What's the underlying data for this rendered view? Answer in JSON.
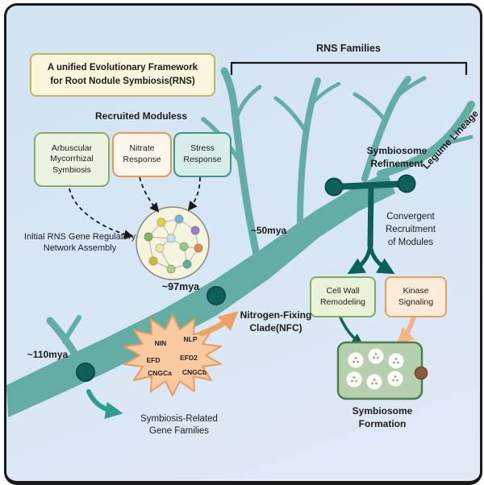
{
  "title_box": {
    "text": "A unified Evolutionary Framework\nfor Root Nodule Symbiosis(RNS)"
  },
  "modules": {
    "header": "Recruited Moduless",
    "items": [
      {
        "label": "Arbuscular\nMycorrhizal\nSymbiosis"
      },
      {
        "label": "Nitrate\nResponse"
      },
      {
        "label": "Stress\nResponse"
      }
    ]
  },
  "network": {
    "caption": "Initial RNS Gene Regulatory\nNetwork Assembly",
    "node_colors": [
      "#7cb964",
      "#e0d24f",
      "#79b3d8",
      "#9b7fc9",
      "#e0885a",
      "#54b0a5",
      "#a9d289",
      "#d2b73e",
      "#c9e2f2",
      "#8fc97e",
      "#e8e8a0"
    ]
  },
  "timeline": {
    "t110": "~110mya",
    "t97": "~97mya",
    "t50": "~50mya"
  },
  "rns_families": {
    "label": "RNS Families"
  },
  "legume_lineage": {
    "label": "Legume Lineage"
  },
  "symbiosome_refinement": {
    "label": "Symbiosome\nRefinement"
  },
  "convergent": {
    "label": "Convergent\nRecruitment\nof Modules"
  },
  "convergent_boxes": [
    {
      "label": "Cell Wall\nRemodeling"
    },
    {
      "label": "Kinase\nSignaling"
    }
  ],
  "nfc": {
    "label": "Nitrogen-Fixing\nClade(NFC)"
  },
  "gene_families": {
    "caption": "Symbiosis-Related\nGene Families",
    "genes": [
      "NIN",
      "NLP",
      "EFD",
      "EFD2",
      "CNGCa",
      "CNGCb"
    ]
  },
  "symbiosome_formation": {
    "label": "Symbiosome\nFormation"
  },
  "palette": {
    "tree": "#63ada4",
    "node_dark": "#0d6059",
    "starburst_fill": "#f9c9a2",
    "starburst_border": "#e79a5e",
    "orange_arrow": "#eca266",
    "teal_arrow": "#2f9c92",
    "background": "#d8e7f4"
  }
}
